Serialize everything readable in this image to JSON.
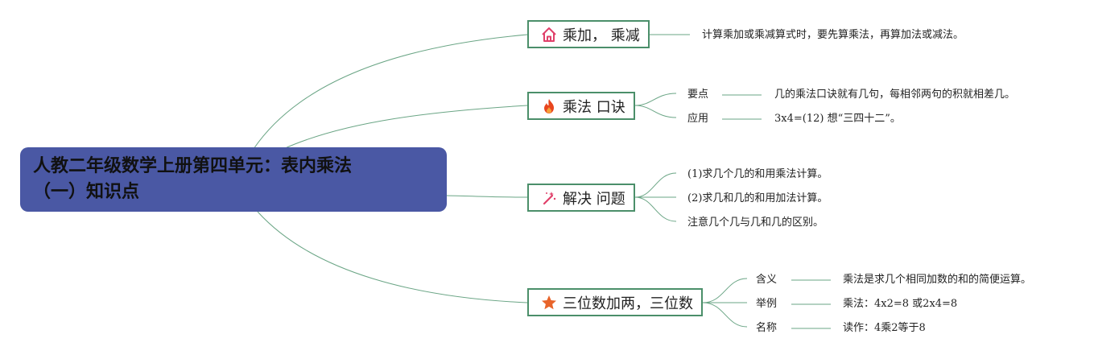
{
  "root": {
    "title_line1": "人教二年级数学上册第四单元：表内乘法",
    "title_line2": "（一）知识点"
  },
  "colors": {
    "root_bg": "#4a58a4",
    "branch_border": "#4b8f6a",
    "link": "#6aa585"
  },
  "branches": [
    {
      "label": "乘加， 乘减",
      "icon": "home-icon",
      "note": "计算乘加或乘减算式时，要先算乘法，再算加法或减法。"
    },
    {
      "label": "乘法 口诀",
      "icon": "fire-icon",
      "children": [
        {
          "label": "要点",
          "value": "几的乘法口诀就有几句，每相邻两句的积就相差几。"
        },
        {
          "label": "应用",
          "value": "3x4=(12) 想“三四十二”。"
        }
      ]
    },
    {
      "label": "解决 问题",
      "icon": "magic-wand-icon",
      "children": [
        {
          "value": "(1)求几个几的和用乘法计算。"
        },
        {
          "value": "(2)求几和几的和用加法计算。"
        },
        {
          "value": "注意几个几与几和几的区别。"
        }
      ]
    },
    {
      "label": "三位数加两，三位数",
      "icon": "star-icon",
      "children": [
        {
          "label": "含义",
          "value": "乘法是求几个相同加数的和的简便运算。"
        },
        {
          "label": "举例",
          "value": "乘法：4x2=8 或2x4=8"
        },
        {
          "label": "名称",
          "value": "读作：4乘2等于8"
        }
      ]
    }
  ]
}
